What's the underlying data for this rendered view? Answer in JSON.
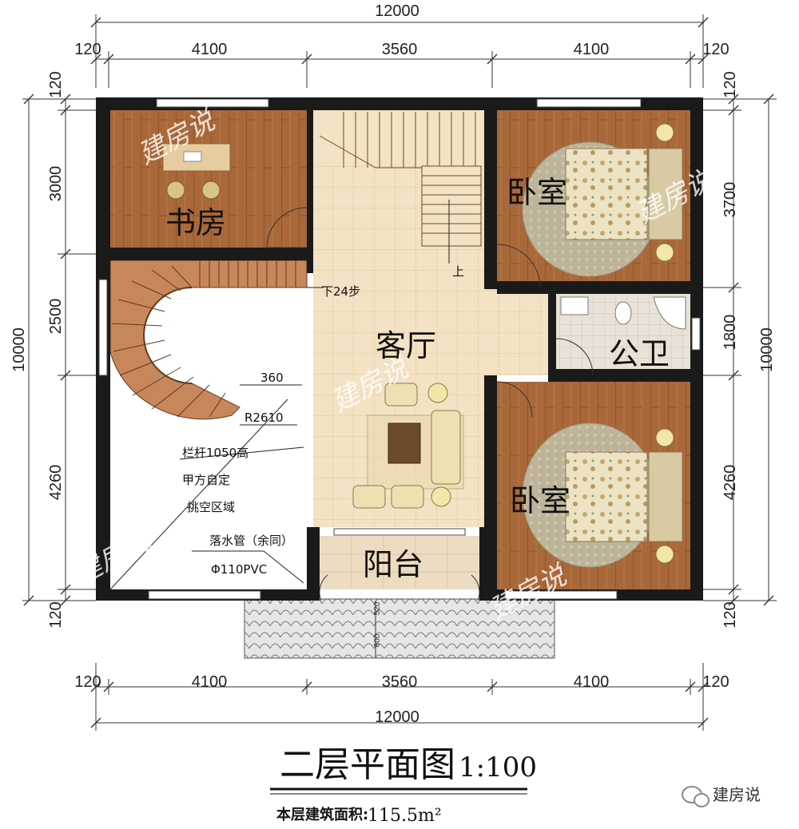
{
  "dimensions": {
    "top_total": "12000",
    "top_segments": [
      "120",
      "4100",
      "3560",
      "4100",
      "120"
    ],
    "bottom_segments": [
      "120",
      "4100",
      "3560",
      "4100",
      "120"
    ],
    "bottom_total": "12000",
    "left_segments": [
      "120",
      "3000",
      "2500",
      "4260",
      "120"
    ],
    "left_total": "10000",
    "right_segments": [
      "120",
      "3700",
      "1800",
      "4260",
      "120"
    ],
    "right_total": "10000"
  },
  "rooms": {
    "study": "书房",
    "bedroom_top": "卧室",
    "living": "客厅",
    "bath": "公卫",
    "bedroom_bottom": "卧室",
    "balcony": "阳台"
  },
  "annotations": {
    "stair_up": "上",
    "stair_down": "下24步",
    "width_360": "360",
    "radius": "R2610",
    "railing": "栏杆1050高",
    "owner_decides": "甲方自定",
    "void_area": "挑空区域",
    "downpipe": "落水管（余同）",
    "pipe_spec": "Φ110PVC",
    "roof_520": "520",
    "roof_600": "600"
  },
  "watermark": "建房说",
  "title": {
    "main": "二层平面图",
    "scale": "1:100",
    "area_label": "本层建筑面积:",
    "area_value": "115.5m²"
  },
  "brand": "建房说",
  "colors": {
    "wall": "#1a1a1a",
    "wood": "#a9683a",
    "tile": "#f3e2c3",
    "balcony": "#eedcc2",
    "bath": "#e9e2d6",
    "roof_tile": "#dcdcdc"
  }
}
